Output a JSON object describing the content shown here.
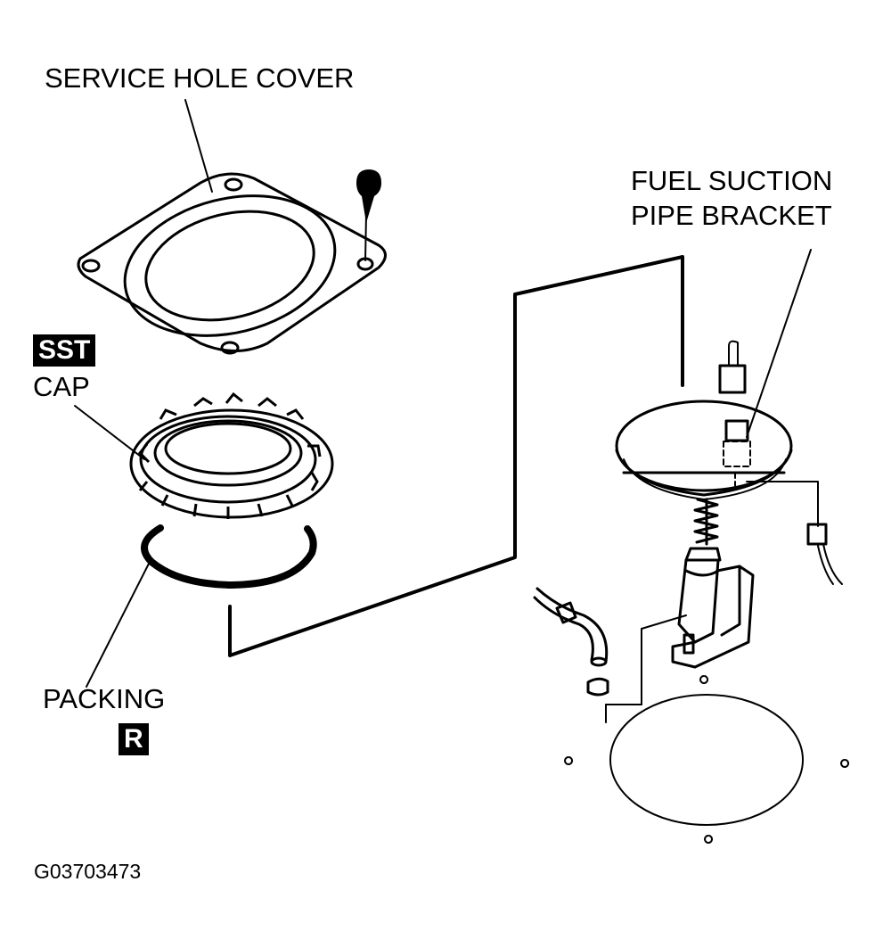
{
  "labels": {
    "service_hole_cover": "SERVICE HOLE COVER",
    "sst_badge": "SST",
    "cap": "CAP",
    "packing": "PACKING",
    "r_badge": "R",
    "fuel_suction_line1": "FUEL SUCTION",
    "fuel_suction_line2": "PIPE BRACKET"
  },
  "figure_code": "G03703473"
}
